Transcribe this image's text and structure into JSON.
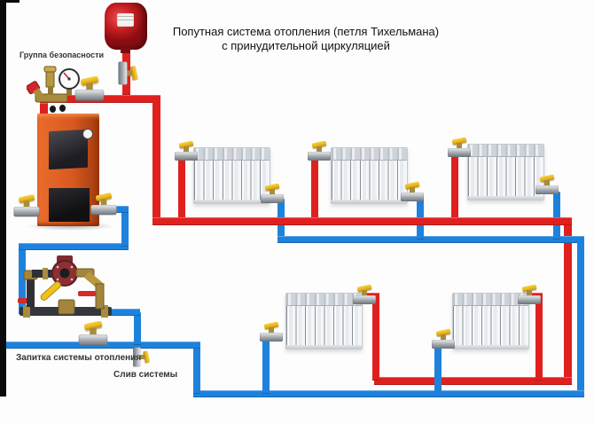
{
  "diagram": {
    "title": {
      "line1": "Попутная система отопления (петля Тихельмана)",
      "line2": "с принудительной циркуляцией"
    },
    "labels": {
      "safety_group": "Группа безопасности",
      "system_fill": "Запитка системы отопления",
      "system_drain": "Слив системы"
    },
    "components": {
      "boiler_icon": "solid-fuel-boiler",
      "expansion_tank_icon": "expansion-tank",
      "safety_group_icon": "safety-group-with-gauge",
      "pump_icon": "circulation-pump-assembly",
      "radiator_icon": "sectional-radiator",
      "valve_icon": "ball-valve-yellow-handle",
      "radiator_count": 5,
      "radiator_sections": 8
    },
    "colors": {
      "supply_pipe": "#e0201f",
      "return_pipe": "#1e82dd",
      "boiler_orange": "#d95a20",
      "tank_red": "#c41d20",
      "handle_yellow": "#eab61c",
      "brass": "#a98b3e",
      "pump_body_red": "#8e2f33",
      "radiator_white": "#f0f2f5",
      "left_bar_black": "#0b0b0b"
    }
  }
}
